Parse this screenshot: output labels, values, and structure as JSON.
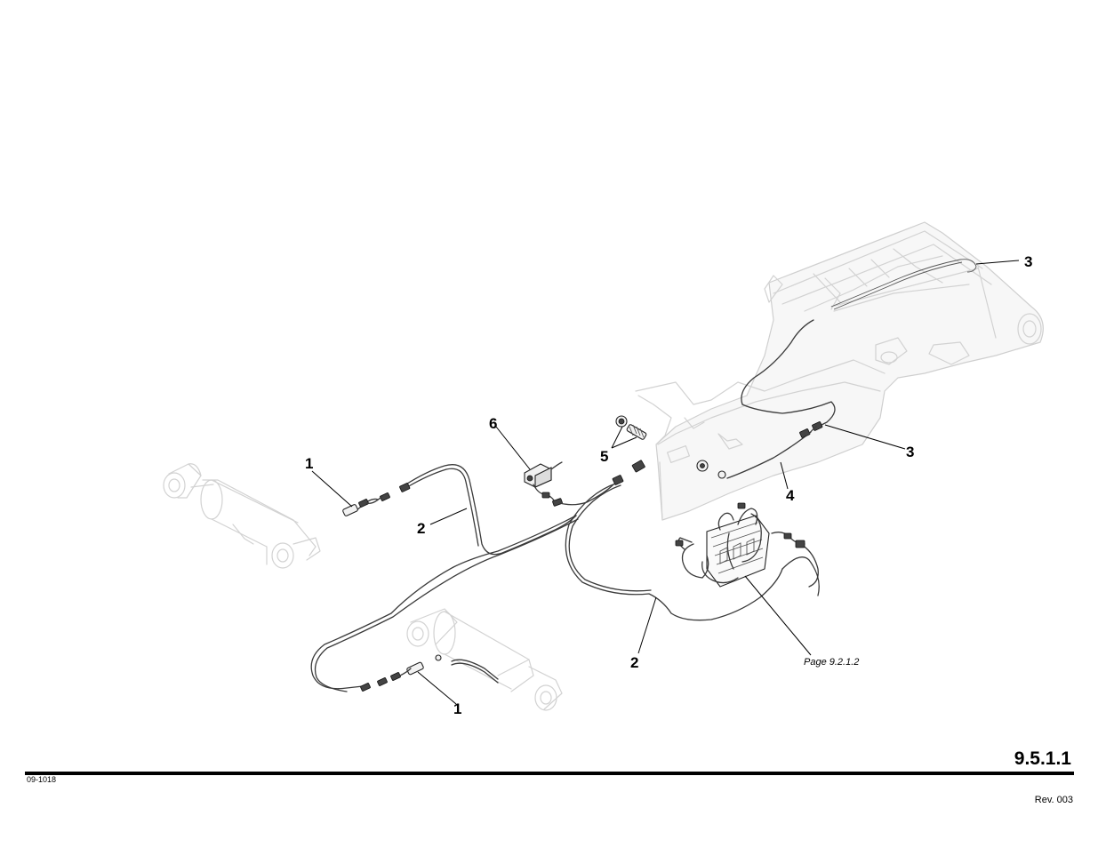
{
  "callouts": {
    "c1a": "1",
    "c1b": "1",
    "c2a": "2",
    "c2b": "2",
    "c3a": "3",
    "c3b": "3",
    "c4": "4",
    "c5": "5",
    "c6": "6"
  },
  "page_reference": "Page 9.2.1.2",
  "footer": {
    "page_number": "9.5.1.1",
    "drawing_code": "09-1018",
    "revision": "Rev. 003"
  }
}
